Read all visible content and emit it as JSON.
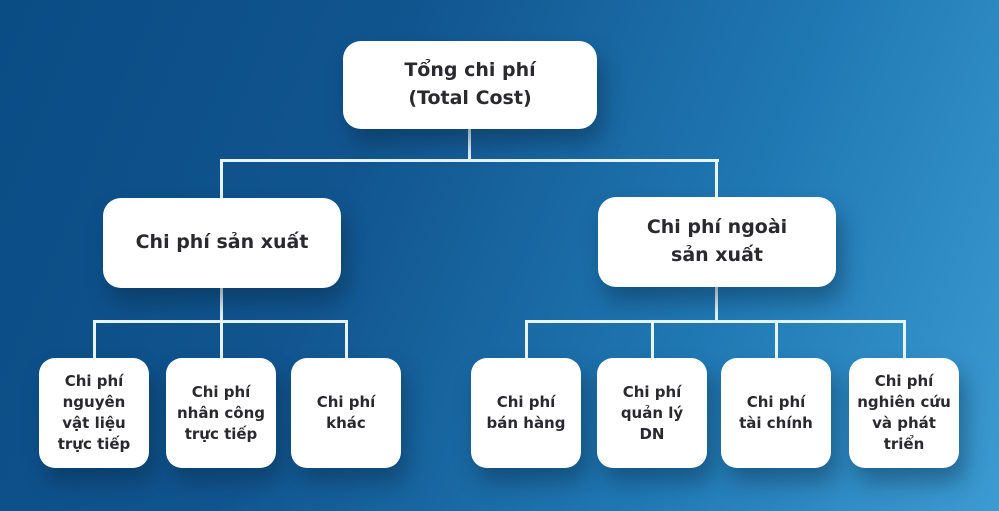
{
  "diagram": {
    "type": "tree",
    "colors": {
      "background_gradient_start": "#0a4c84",
      "background_gradient_end": "#3c9bd1",
      "node_background": "#ffffff",
      "node_text": "#2a2a2e",
      "connector": "#e8f4fa"
    },
    "root": {
      "label": "Tổng chi phí\n(Total Cost)"
    },
    "branches": [
      {
        "label": "Chi phí sản xuất",
        "children": [
          {
            "label": "Chi phí\nnguyên\nvật liệu\ntrực tiếp"
          },
          {
            "label": "Chi phí\nnhân công\ntrực tiếp"
          },
          {
            "label": "Chi phí\nkhác"
          }
        ]
      },
      {
        "label": "Chi phí ngoài\nsản xuất",
        "children": [
          {
            "label": "Chi phí\nbán hàng"
          },
          {
            "label": "Chi phí\nquản lý\nDN"
          },
          {
            "label": "Chi phí\ntài chính"
          },
          {
            "label": "Chi phí\nnghiên cứu\nvà phát triển"
          }
        ]
      }
    ]
  }
}
